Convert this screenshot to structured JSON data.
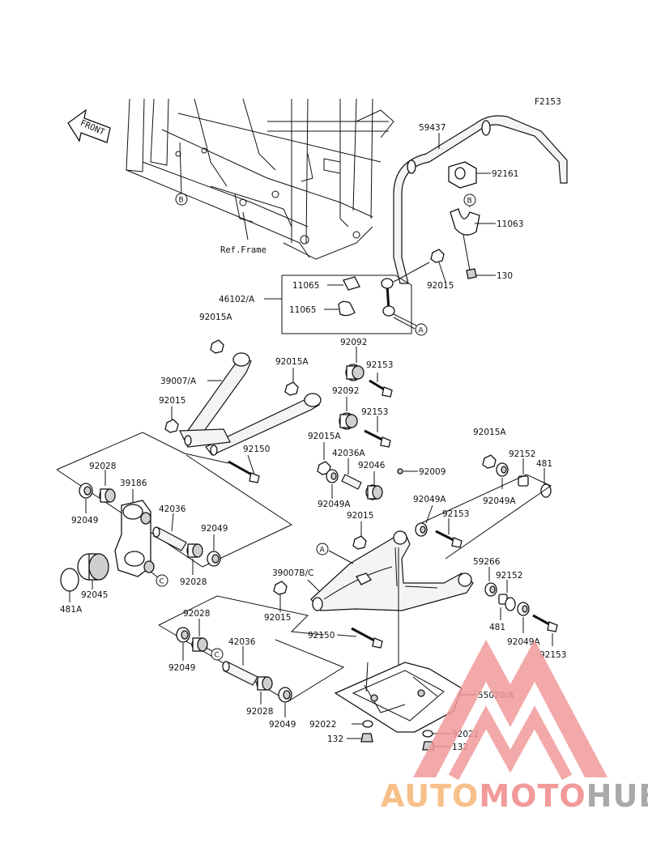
{
  "figure_code": "F2153",
  "front_arrow": {
    "label": "FRONT"
  },
  "ref_frame": "Ref.Frame",
  "callouts": {
    "A": "A",
    "B": "B",
    "C": "C"
  },
  "labels": {
    "p59437": "59437",
    "p92161": "92161",
    "p11063": "11063",
    "p130": "130",
    "p92015_top": "92015",
    "p11065_a": "11065",
    "p46102": "46102/A",
    "p11065_b": "11065",
    "p92015A_a": "92015A",
    "p92092_a": "92092",
    "p92015A_b": "92015A",
    "p92153_a": "92153",
    "p39007": "39007/A",
    "p92092_b": "92092",
    "p92015_b": "92015",
    "p92153_b": "92153",
    "p92015A_c": "92015A",
    "p92015A_d": "92015A",
    "p92150_a": "92150",
    "p42036A": "42036A",
    "p92152_a": "92152",
    "p92028_a": "92028",
    "p92046": "92046",
    "p92009": "92009",
    "p481_a": "481",
    "p39186": "39186",
    "p92049A_a": "92049A",
    "p92049A_b": "92049A",
    "p92049A_c": "92049A",
    "p42036_a": "42036",
    "p92049_a": "92049",
    "p92015_c": "92015",
    "p92153_c": "92153",
    "p92049_b": "92049",
    "p92028_b": "92028",
    "p481A": "481A",
    "p92045": "92045",
    "p39007BC": "39007B/C",
    "p59266": "59266",
    "p92152_b": "92152",
    "p92015_d": "92015",
    "p481_b": "481",
    "p92049A_d": "92049A",
    "p92153_d": "92153",
    "p92028_c": "92028",
    "p42036_b": "42036",
    "p92150_b": "92150",
    "p92049_c": "92049",
    "p92028_d": "92028",
    "p55020": "55020/A",
    "p92049_d": "92049",
    "p92022_a": "92022",
    "p92022_b": "92022",
    "p132_a": "132",
    "p132_b": "132"
  },
  "watermark": {
    "part1": "AUTO",
    "part2": "MOTO",
    "part3": "HUB"
  }
}
